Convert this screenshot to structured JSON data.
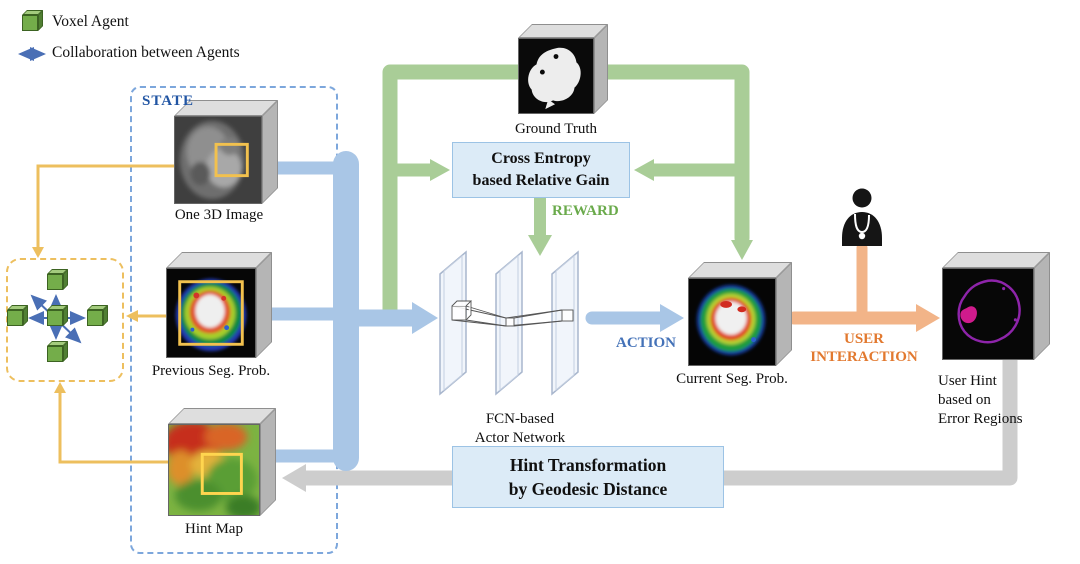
{
  "legend": {
    "voxel_agent": "Voxel Agent",
    "collaboration": "Collaboration between Agents"
  },
  "state": {
    "label": "STATE"
  },
  "nodes": {
    "one_3d_image": {
      "label": "One 3D Image"
    },
    "previous_seg": {
      "label": "Previous Seg. Prob."
    },
    "hint_map": {
      "label": "Hint Map"
    },
    "ground_truth": {
      "label": "Ground Truth"
    },
    "current_seg": {
      "label": "Current Seg. Prob."
    },
    "user_hint": {
      "lines": [
        "User Hint",
        "based on",
        "Error Regions"
      ]
    },
    "actor_network": {
      "lines": [
        "FCN-based",
        "Actor Network"
      ]
    }
  },
  "process_boxes": {
    "cross_entropy": {
      "lines": [
        "Cross Entropy",
        "based Relative Gain"
      ]
    },
    "hint_transform": {
      "lines": [
        "Hint Transformation",
        "by Geodesic Distance"
      ]
    }
  },
  "flow_labels": {
    "reward": "REWARD",
    "action": "ACTION",
    "user_interaction": {
      "lines": [
        "USER",
        "INTERACTION"
      ]
    }
  },
  "icons": {
    "voxel_agent": "green-voxel-cube",
    "collaboration": "blue-double-arrow",
    "clinician": "doctor-silhouette"
  },
  "colors": {
    "state_arrow_blue": "#a9c6e6",
    "reward_green": "#a9cd97",
    "interaction_orange": "#f2b488",
    "hint_gray": "#cdcdcd",
    "highlight_yellow": "#edbf5e",
    "state_label_blue": "#2155a3",
    "reward_label_green": "#6aaa4b",
    "action_label_blue": "#4472b8",
    "interaction_label_orange": "#e2792f",
    "box_fill_blue": "#dcebf7",
    "box_border_blue": "#9cc3e5",
    "voxel_green": "#74ad4a"
  }
}
